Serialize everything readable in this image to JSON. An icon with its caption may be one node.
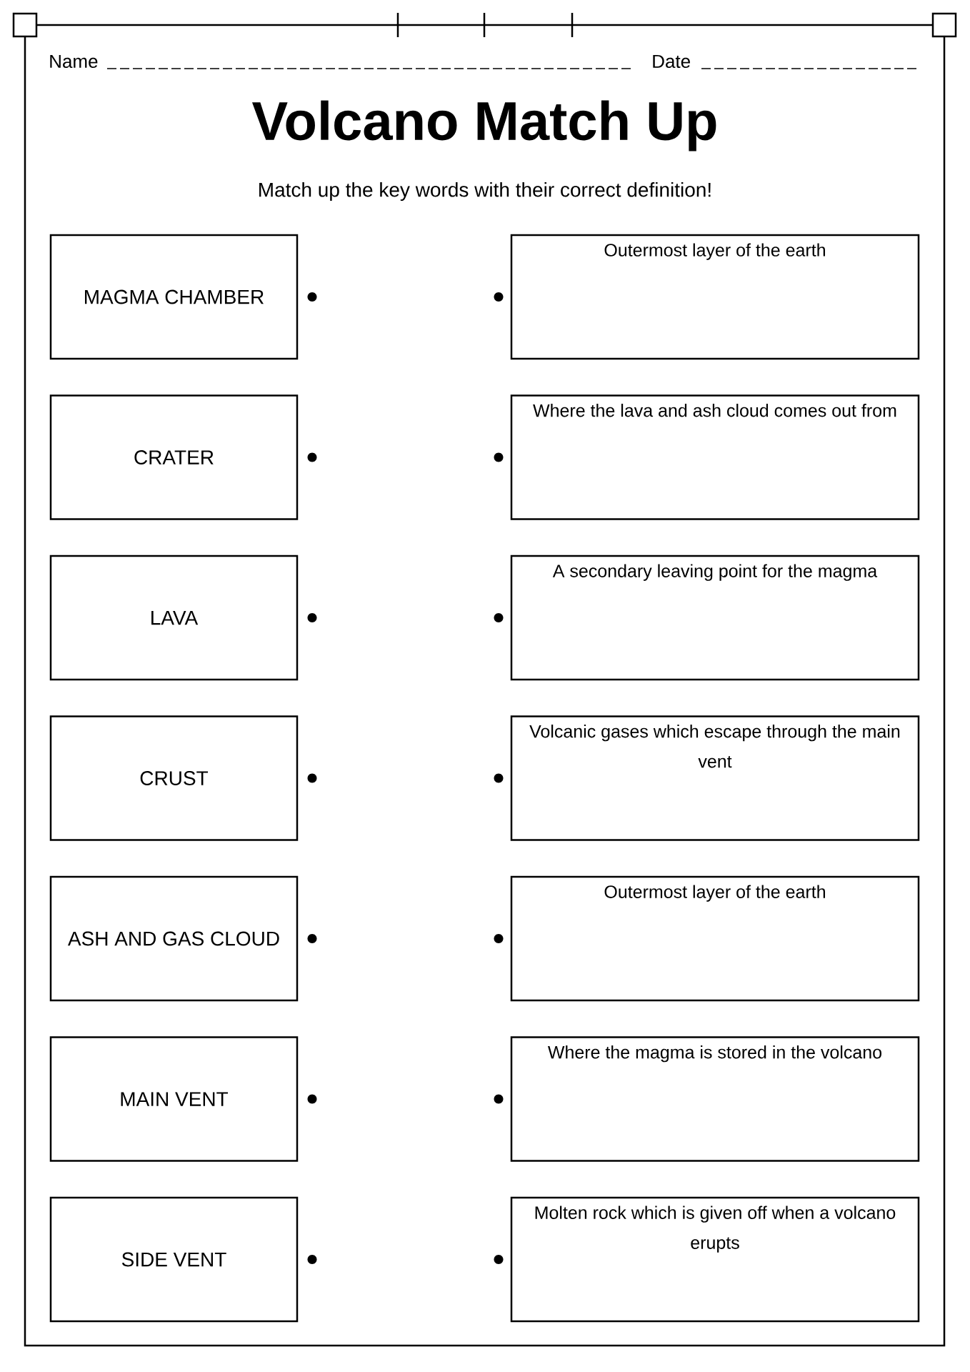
{
  "diagram": {
    "title": "Volcano Match Up",
    "nodes": [
      {
        "text": [
          "MAGMA CHAMBER"
        ]
      },
      {
        "text": [
          "CRATER"
        ]
      },
      {
        "text": [
          "LAVA"
        ]
      },
      {
        "text": [
          "CRUST"
        ]
      },
      {
        "text": [
          "ASH AND GAS CLOUD"
        ]
      },
      {
        "text": [
          "MAIN VENT"
        ]
      },
      {
        "text": [
          "SIDE VENT"
        ]
      },
      {
        "text": [
          "Outermost layer of the earth"
        ]
      },
      {
        "text": [
          "Where the lava and ash cloud comes out from"
        ]
      },
      {
        "text": [
          "A secondary leaving point for the magma"
        ]
      },
      {
        "text": [
          "Volcanic gases which escape through the main vent"
        ]
      },
      {
        "text": [
          "Outermost layer of the earth"
        ]
      },
      {
        "text": [
          "Where the magma is stored in the volcano"
        ]
      },
      {
        "text": [
          "Molten rock which is given off when a volcano erupts"
        ]
      }
    ],
    "labels": [
      "Name",
      "Date",
      "Match up the key words with their correct definition!"
    ]
  }
}
